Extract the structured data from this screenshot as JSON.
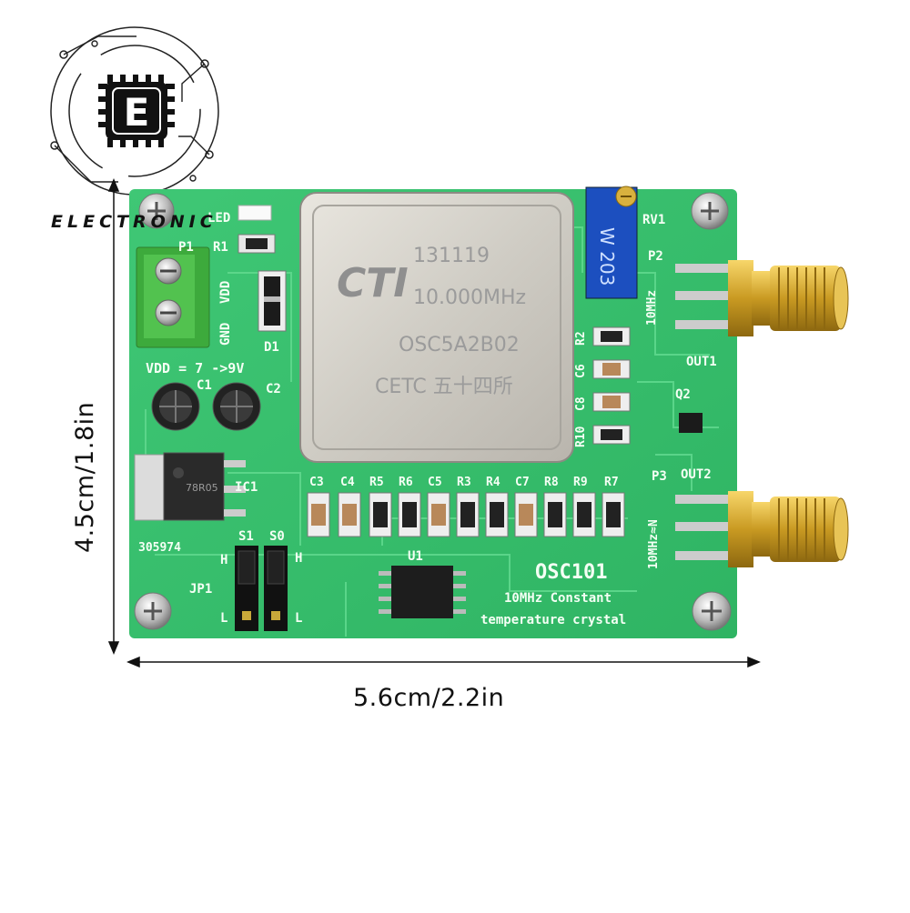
{
  "brand": {
    "word": "ELECTRONIC",
    "letter": "E"
  },
  "dimensions": {
    "width": "5.6cm/2.2in",
    "height": "4.5cm/1.8in"
  },
  "crystal": {
    "line1": "131119",
    "line2": "10.000MHz",
    "line3": "OSC5A2B02",
    "line4": "CETC 五十四所",
    "logo": "CTI"
  },
  "trimmer": {
    "code": "W 203",
    "ref": "RV1"
  },
  "silkscreen": {
    "led": "LED",
    "r1": "R1",
    "p1": "P1",
    "vdd": "VDD",
    "gnd": "GND",
    "d1": "D1",
    "supply": "VDD = 7 ->9V",
    "c1": "C1",
    "c2": "C2",
    "ic1": "IC1",
    "serial": "305974",
    "s1": "S1",
    "s0": "S0",
    "h": "H",
    "l": "L",
    "jp1": "JP1",
    "u1": "U1",
    "p2": "P2",
    "p3": "P3",
    "out1": "OUT1",
    "out2": "OUT2",
    "q2": "Q2",
    "r2": "R2",
    "c6": "C6",
    "c8": "C8",
    "r10": "R10",
    "mhz_top": "10MHz",
    "mhz_bottom": "10MHz≈N",
    "board_name": "OSC101",
    "desc1": "10MHz Constant",
    "desc2": "temperature crystal",
    "row": [
      "C3",
      "C4",
      "R5",
      "R6",
      "C5",
      "R3",
      "R4",
      "C7",
      "R8",
      "R9",
      "R7"
    ]
  },
  "regulator": {
    "marking": "78R05"
  }
}
